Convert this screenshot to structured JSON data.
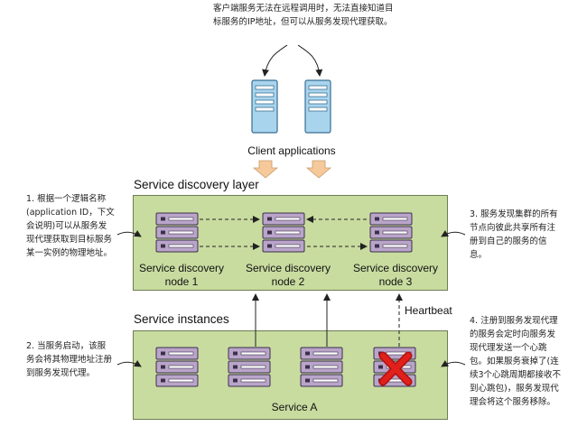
{
  "top_note": {
    "line1": "客户端服务无法在远程调用时，无法直接知道目",
    "line2": "标服务的IP地址，但可以从服务发现代理获取。"
  },
  "client_label": "Client applications",
  "discovery_layer": {
    "title": "Service discovery layer",
    "nodes": [
      {
        "line1": "Service discovery",
        "line2": "node 1"
      },
      {
        "line1": "Service discovery",
        "line2": "node 2"
      },
      {
        "line1": "Service discovery",
        "line2": "node 3"
      }
    ]
  },
  "instances_layer": {
    "title": "Service instances",
    "service_label": "Service A"
  },
  "heartbeat_label": "Heartbeat",
  "notes": {
    "n1": [
      "1. 根据一个逻辑名称",
      "(application ID，下文",
      "会说明)可以从服务发",
      "现代理获取到目标服务",
      "某一实例的物理地址。"
    ],
    "n2": [
      "2. 当服务启动，该服",
      "务会将其物理地址注册",
      "到服务发现代理。"
    ],
    "n3": [
      "3. 服务发现集群的所有",
      "节点向彼此共享所有注",
      "册到自己的服务的信",
      "息。"
    ],
    "n4": [
      "4. 注册到服务发现代理",
      "的服务会定时向服务发",
      "现代理发送一个心跳",
      "包。如果服务衰掉了(连",
      "续3个心跳周期都接收不",
      "到心跳包)，服务发现代",
      "理会将这个服务移除。"
    ]
  },
  "colors": {
    "panel": "#c9dca0",
    "server_unit": "#b9a5c9",
    "client_server": "#a9d4ee",
    "arrow_fill": "#f6c99a",
    "failed_x": "#e0201b"
  }
}
